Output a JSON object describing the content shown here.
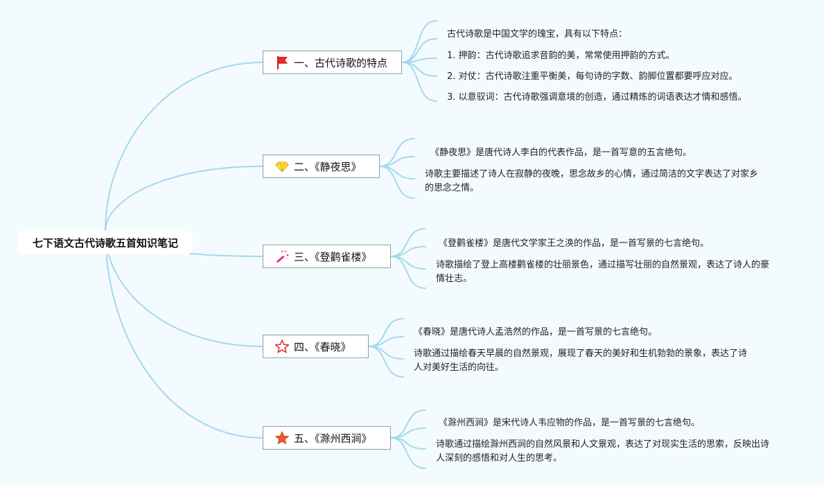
{
  "root": {
    "title": "七下语文古代诗歌五首知识笔记"
  },
  "branches": [
    {
      "title": "一、古代诗歌的特点",
      "icon": "red-flag-icon",
      "leaves": [
        "古代诗歌是中国文学的瑰宝，具有以下特点：",
        "1. 押韵：古代诗歌追求音韵的美，常常使用押韵的方式。",
        "2. 对仗：古代诗歌注重平衡美，每句诗的字数、韵脚位置都要呼应对应。",
        "3. 以意驭词：古代诗歌强调意境的创造，通过精炼的词语表达才情和感悟。"
      ]
    },
    {
      "title": "二、《静夜思》",
      "icon": "diamond-icon",
      "leaves": [
        "《静夜思》是唐代诗人李白的代表作品，是一首写意的五言绝句。",
        "诗歌主要描述了诗人在寂静的夜晚，思念故乡的心情，通过简洁的文字表达了对家乡的思念之情。"
      ]
    },
    {
      "title": "三、《登鹳雀楼》",
      "icon": "magic-wand-icon",
      "leaves": [
        "《登鹳雀楼》是唐代文学家王之涣的作品，是一首写景的七言绝句。",
        "诗歌描绘了登上高楼鹳雀楼的壮丽景色，通过描写壮丽的自然景观，表达了诗人的豪情壮志。"
      ]
    },
    {
      "title": "四、《春晓》",
      "icon": "star-outline-icon",
      "leaves": [
        "《春晓》是唐代诗人孟浩然的作品，是一首写景的七言绝句。",
        "诗歌通过描绘春天早晨的自然景观，展现了春天的美好和生机勃勃的景象，表达了诗人对美好生活的向往。"
      ]
    },
    {
      "title": "五、《滁州西涧》",
      "icon": "star-filled-icon",
      "leaves": [
        "《滁州西涧》是宋代诗人韦应物的作品，是一首写景的七言绝句。",
        "诗歌通过描绘滁州西涧的自然风景和人文景观，表达了对现实生活的思索，反映出诗人深刻的感悟和对人生的思考。"
      ]
    }
  ],
  "colors": {
    "link": "#a3d9ec",
    "background": "#f3fbfe"
  }
}
